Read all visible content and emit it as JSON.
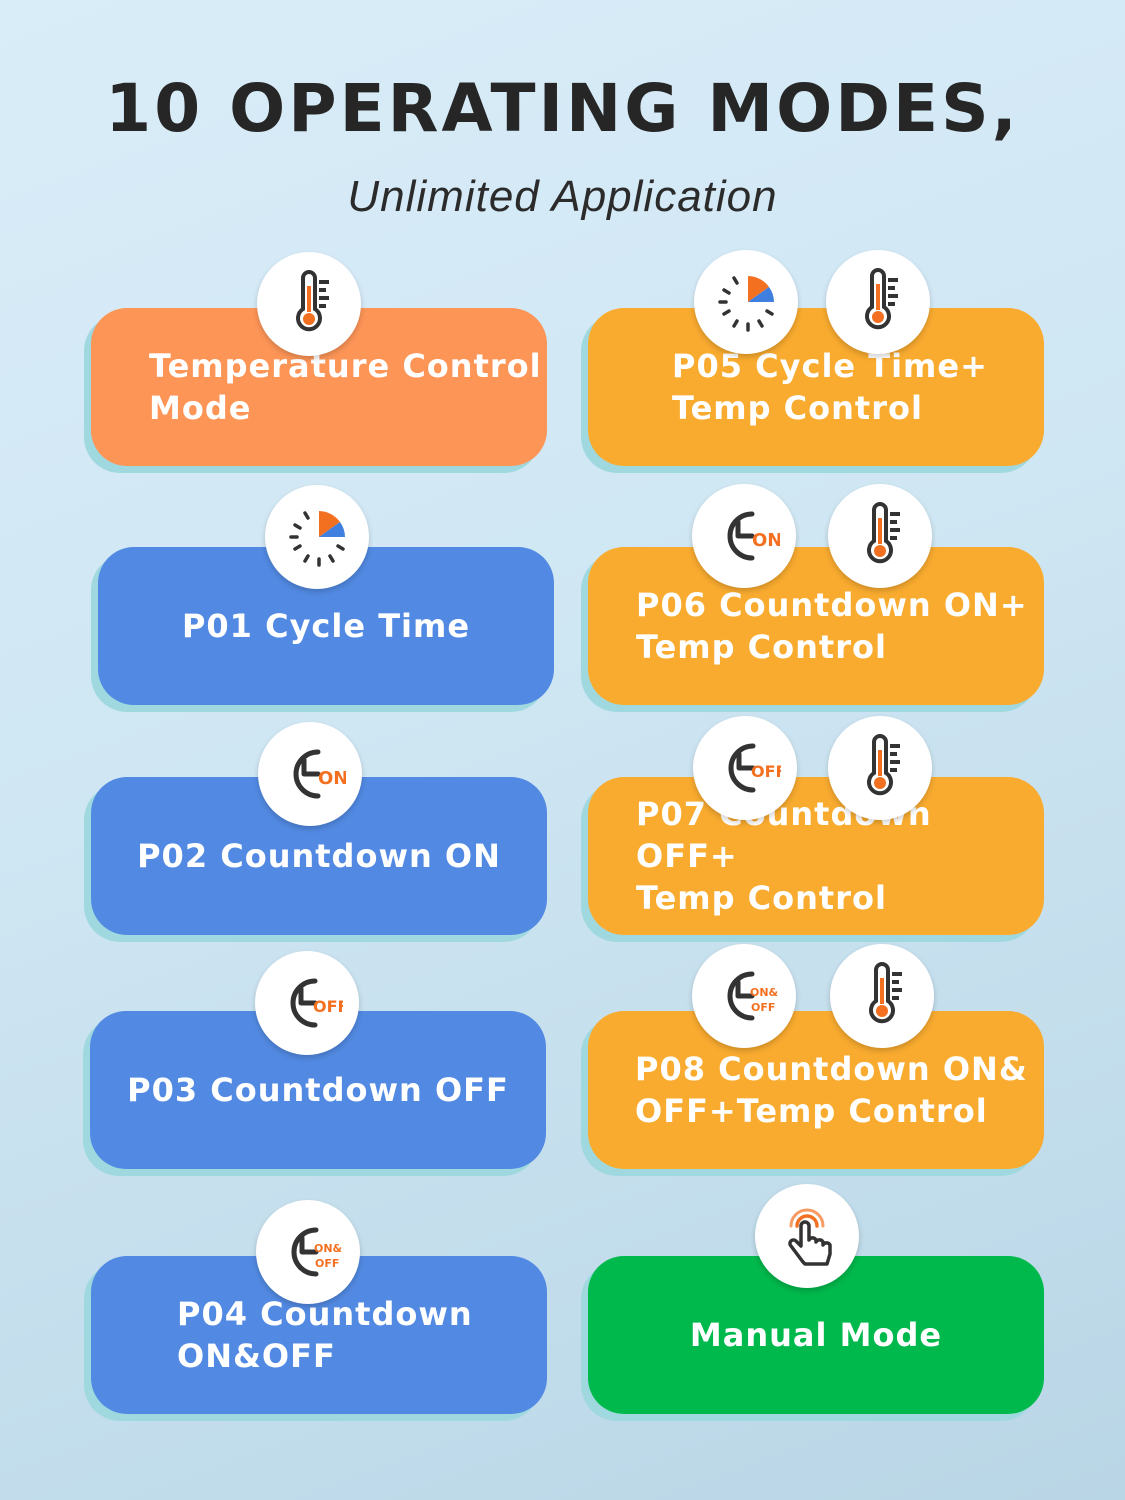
{
  "header": {
    "title": "10 OPERATING MODES,",
    "subtitle": "Unlimited Application"
  },
  "modes": {
    "temperature_control": "Temperature Control\nMode",
    "p05": "P05 Cycle Time+\nTemp Control",
    "p01": "P01 Cycle Time",
    "p06": "P06 Countdown ON+\nTemp Control",
    "p02": "P02 Countdown ON",
    "p07": "P07 Countdown OFF+\nTemp Control",
    "p03": "P03 Countdown OFF",
    "p08": "P08 Countdown ON&\nOFF+Temp Control",
    "p04": "P04 Countdown\nON&OFF",
    "manual": "Manual Mode"
  },
  "icon_text": {
    "on": "ON",
    "off": "OFF",
    "on_amp": "ON&",
    "off_small": "OFF"
  },
  "icons": {
    "thermometer": "thermometer-icon",
    "cycle_timer": "cycle-timer-icon",
    "countdown_on": "countdown-on-icon",
    "countdown_off": "countdown-off-icon",
    "countdown_on_off": "countdown-on-off-icon",
    "manual": "hand-tap-icon"
  },
  "colors": {
    "temperature_card": "#fd9557",
    "combo_card": "#f9ab2f",
    "timer_card": "#528ae3",
    "manual_card": "#00b94c",
    "icon_accent": "#f37021",
    "icon_blue": "#3f7fe0",
    "icon_dark": "#333333"
  }
}
